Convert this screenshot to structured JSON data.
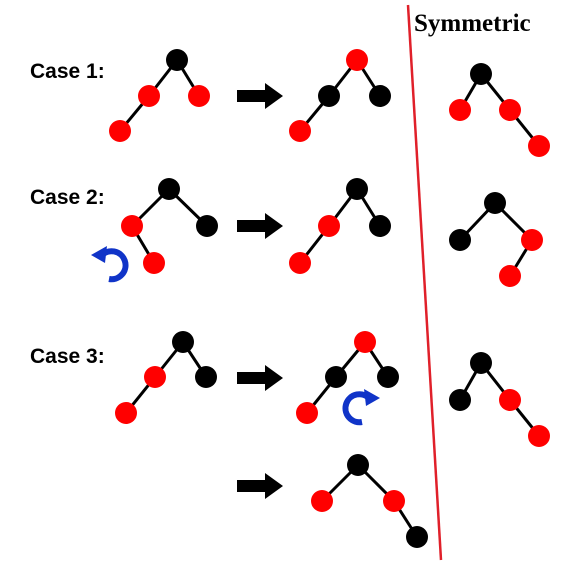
{
  "labels": {
    "case1": "Case 1:",
    "case2": "Case 2:",
    "case3": "Case 3:",
    "symmetric": "Symmetric"
  },
  "colors": {
    "red_node": "#ff0000",
    "black_node": "#000000",
    "edge": "#000000",
    "arrow": "#000000",
    "rotation_arrow": "#1034c8",
    "divider": "#e0202a"
  },
  "node_colors_by_tree": {
    "case1_before": [
      "black",
      "red",
      "red",
      "red"
    ],
    "case1_after": [
      "red",
      "black",
      "black",
      "red"
    ],
    "case1_symmetric": [
      "black",
      "red",
      "red",
      "red"
    ],
    "case2_before": [
      "black",
      "red",
      "black",
      "red"
    ],
    "case2_after": [
      "black",
      "red",
      "black",
      "red"
    ],
    "case2_symmetric": [
      "black",
      "black",
      "red",
      "red"
    ],
    "case3_before": [
      "black",
      "red",
      "black",
      "red"
    ],
    "case3_rotated": [
      "red",
      "black",
      "black",
      "red"
    ],
    "case3_symmetric": [
      "black",
      "black",
      "red",
      "red"
    ],
    "case3_final": [
      "black",
      "red",
      "red",
      "black"
    ]
  },
  "icons": {
    "transition": "right-arrow-icon",
    "rotation": "rotate-arrow-icon"
  }
}
